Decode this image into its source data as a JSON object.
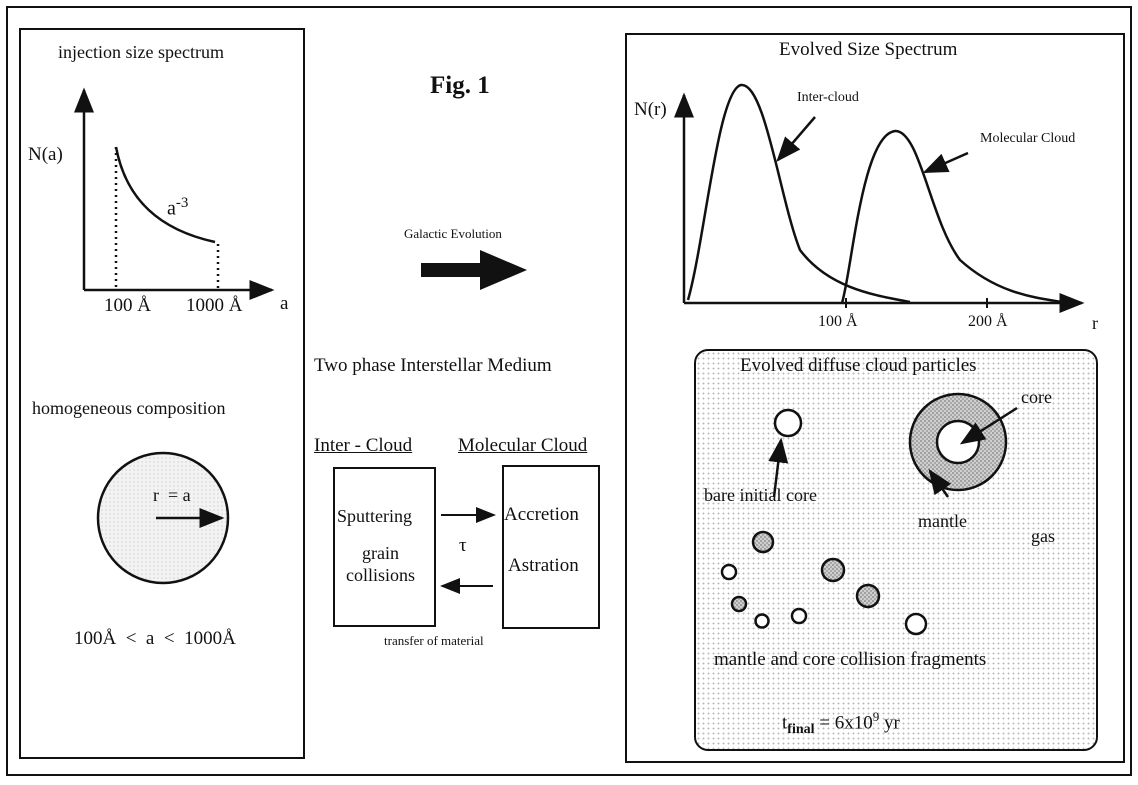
{
  "figure": {
    "label": "Fig. 1"
  },
  "left_panel": {
    "title": "injection size spectrum",
    "y_axis_label": "N(a)",
    "x_axis_label": "a",
    "curve_label_base": "a",
    "curve_label_exponent": "-3",
    "tick_100": "100 Å",
    "tick_1000": "1000 Å",
    "composition_label": "homogeneous composition",
    "radius_label": "r  = a",
    "size_range": "100Å  <  a  <  1000Å"
  },
  "middle": {
    "evolution_label": "Galactic Evolution",
    "medium_label": "Two phase Interstellar Medium",
    "inter_cloud_heading": "Inter - Cloud",
    "molecular_cloud_heading": "Molecular Cloud",
    "box_left_line1": "Sputtering",
    "box_left_line2": "grain",
    "box_left_line3": "collisions",
    "box_right_line1": "Accretion",
    "box_right_line2": "Astration",
    "tau": "τ",
    "transfer_label": "transfer of material"
  },
  "right_panel": {
    "title": "Evolved Size Spectrum",
    "y_axis_label": "N(r)",
    "x_axis_label": "r",
    "tick_100": "100 Å",
    "tick_200": "200 Å",
    "inter_cloud_label": "Inter-cloud",
    "molecular_cloud_label": "Molecular Cloud",
    "particles_title": "Evolved diffuse cloud particles",
    "core_label": "core",
    "bare_core_label": "bare initial core",
    "mantle_label": "mantle",
    "gas_label": "gas",
    "fragments_label": "mantle and core collision fragments",
    "t_final_base": "t",
    "t_final_sub": "final",
    "t_final_value": "= 6x10",
    "t_final_exp": "9",
    "t_final_unit": " yr"
  },
  "colors": {
    "line": "#111111",
    "stipple": "#9a9a9a"
  }
}
